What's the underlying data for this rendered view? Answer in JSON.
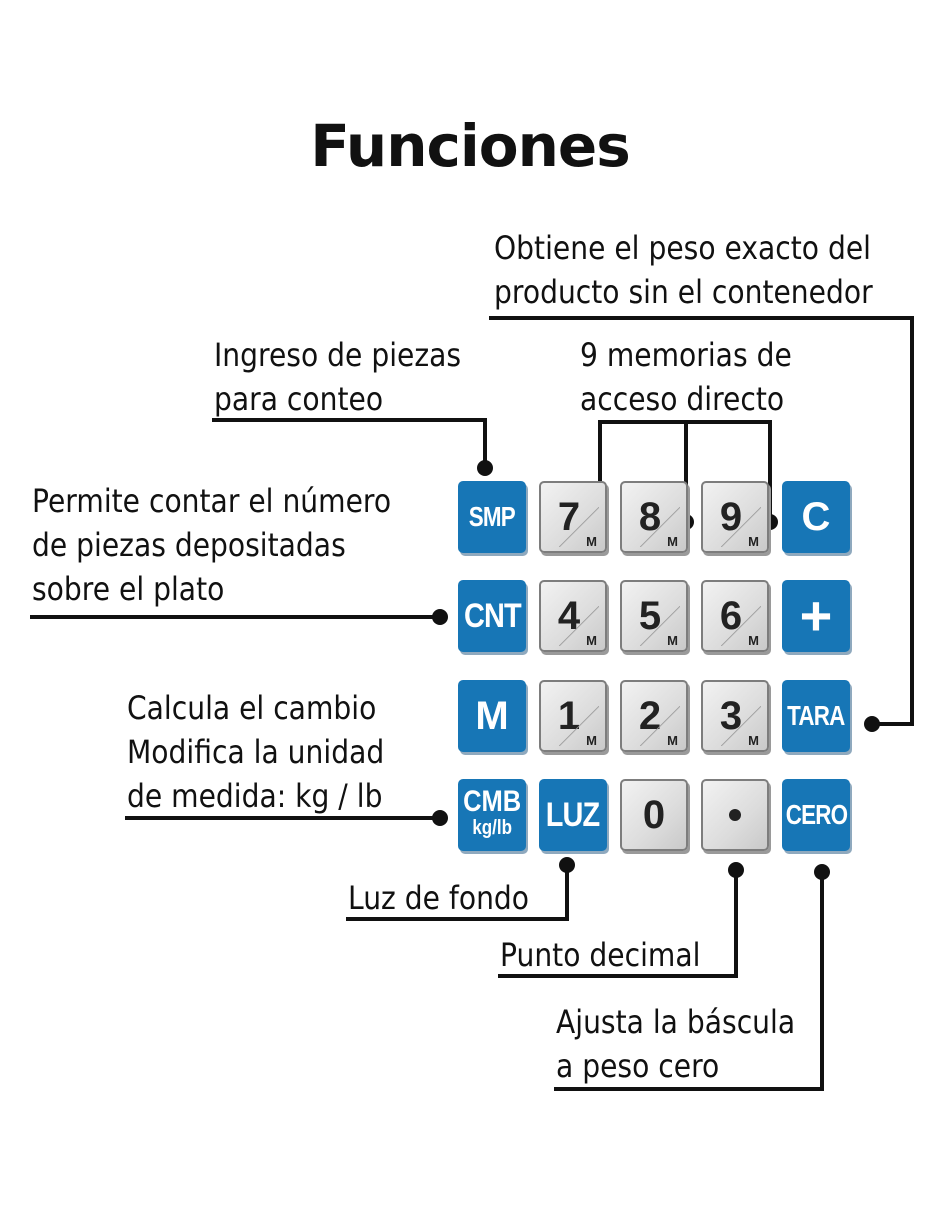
{
  "title": "Funciones",
  "annotations": {
    "tara": [
      "Obtiene el peso exacto del",
      "producto sin el contenedor"
    ],
    "smp": [
      "Ingreso de piezas",
      "para conteo"
    ],
    "memorias": [
      "9 memorias de",
      "acceso directo"
    ],
    "cnt": [
      "Permite contar el número",
      "de piezas depositadas",
      "sobre el plato"
    ],
    "m_cmb": [
      "Calcula el cambio",
      "Modifica la unidad",
      "de medida: kg / lb"
    ],
    "luz": "Luz de fondo",
    "punto": "Punto decimal",
    "cero": [
      "Ajusta la báscula",
      "a peso cero"
    ]
  },
  "keypad": {
    "row1": {
      "k1": "SMP",
      "k2": "7",
      "k3": "8",
      "k4": "9",
      "k5": "C"
    },
    "row2": {
      "k1": "CNT",
      "k2": "4",
      "k3": "5",
      "k4": "6",
      "k5": "+"
    },
    "row3": {
      "k1": "M",
      "k2": "1",
      "k3": "2",
      "k4": "3",
      "k5": "TARA"
    },
    "row4": {
      "k1a": "CMB",
      "k1b": "kg/lb",
      "k2": "LUZ",
      "k3": "0",
      "k5": "CERO"
    },
    "memory_sub": "M"
  },
  "colors": {
    "blue_key": "#1776b6",
    "gray_key": "#dcdcdc",
    "line": "#111111"
  }
}
